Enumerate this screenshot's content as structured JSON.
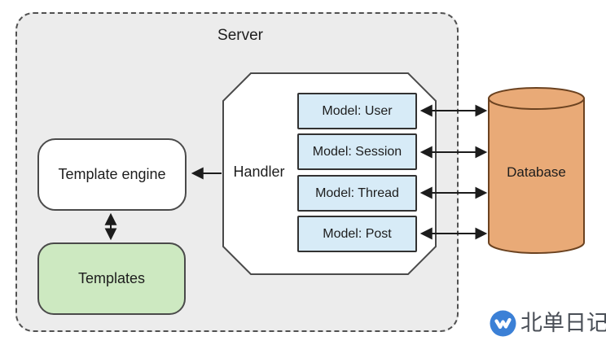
{
  "diagram": {
    "server": {
      "label": "Server"
    },
    "nodes": {
      "template_engine": {
        "label": "Template engine",
        "shape": "rounded-rect",
        "fill": "#ffffff"
      },
      "templates": {
        "label": "Templates",
        "shape": "rounded-rect",
        "fill": "#cde9c1"
      },
      "handler": {
        "label": "Handler",
        "shape": "octagon",
        "fill": "#ffffff"
      },
      "database": {
        "label": "Database",
        "shape": "cylinder",
        "fill": "#e9aa77"
      },
      "models": [
        {
          "label": "Model: User"
        },
        {
          "label": "Model: Session"
        },
        {
          "label": "Model: Thread"
        },
        {
          "label": "Model: Post"
        }
      ]
    },
    "edges": [
      {
        "from": "handler",
        "to": "template_engine",
        "direction": "one-way"
      },
      {
        "from": "template_engine",
        "to": "templates",
        "direction": "two-way"
      },
      {
        "from": "model_user",
        "to": "database",
        "direction": "two-way"
      },
      {
        "from": "model_session",
        "to": "database",
        "direction": "two-way"
      },
      {
        "from": "model_thread",
        "to": "database",
        "direction": "two-way"
      },
      {
        "from": "model_post",
        "to": "database",
        "direction": "two-way"
      }
    ]
  },
  "watermark": {
    "text": "北单日记",
    "logo_glyph": "w-checkmark"
  },
  "colors": {
    "server_fill": "#ececec",
    "server_border": "#515151",
    "shape_border": "#4a4a4a",
    "model_border": "#323232",
    "model_fill": "#d7ebf7",
    "templates_fill": "#cde9c1",
    "database_fill": "#e9aa77",
    "database_border": "#6b4220",
    "arrow_color": "#1c1c1c",
    "text_color": "#1d1d1d",
    "brand_blue": "#3b80d6",
    "watermark_text_color": "#4a4f57"
  }
}
